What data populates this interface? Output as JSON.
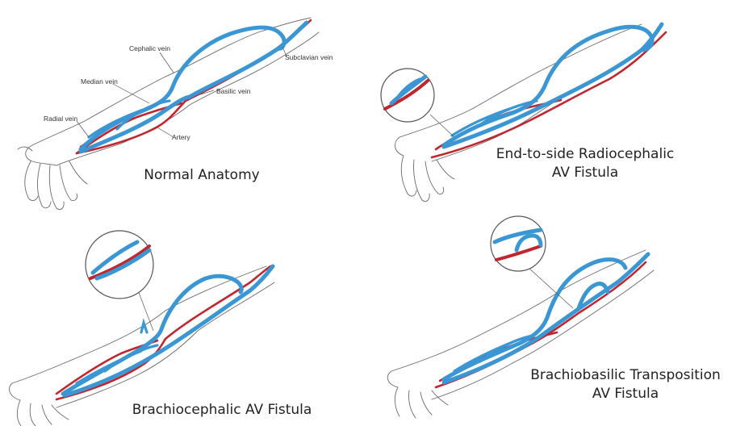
{
  "panels": [
    {
      "caption_lines": [
        "Normal Anatomy"
      ],
      "labels": {
        "cephalic": "Cephalic vein",
        "subclavian": "Subclavian vein",
        "median": "Median vein",
        "basilic": "Basilic vein",
        "radial": "Radial vein",
        "artery": "Artery"
      }
    },
    {
      "caption_lines": [
        "End-to-side Radiocephalic",
        "AV Fistula"
      ]
    },
    {
      "caption_lines": [
        "Brachiocephalic AV Fistula"
      ]
    },
    {
      "caption_lines": [
        "Brachiobasilic Transposition",
        "AV Fistula"
      ]
    }
  ],
  "colors": {
    "vein": "#3a97d4",
    "artery": "#c0262e",
    "outline": "#6a6a6a"
  }
}
